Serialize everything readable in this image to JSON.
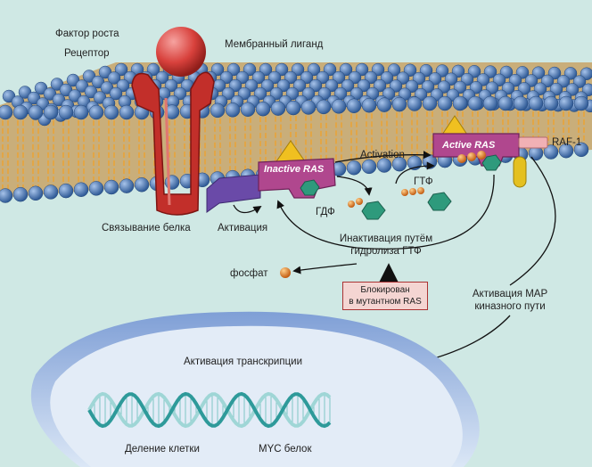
{
  "labels": {
    "growth_factor": "Фактор роста",
    "receptor": "Рецептор",
    "membrane_ligand": "Мембранный лиганд",
    "inactive_ras": "Inactive RAS",
    "active_ras": "Active RAS",
    "activation_en": "Activation",
    "raf1": "RAF-1",
    "gtp_right": "ГТФ",
    "gdp": "ГДФ",
    "protein_binding": "Связывание белка",
    "activation_ru": "Активация",
    "inactivation_line1": "Инактивация путём",
    "inactivation_line2": "гидролиза ГТФ",
    "phosphate": "фосфат",
    "blocked_line1": "Блокирован",
    "blocked_line2": "в мутантном RAS",
    "map_line1": "Активация MAP",
    "map_line2": "киназного пути",
    "transcription": "Активация транскрипции",
    "cell_division": "Деление клетки",
    "myc": "MYC белок"
  },
  "colors": {
    "background": "#cfe8e4",
    "lipid_head": "#3d6aa6",
    "lipid_tail": "#e8a33a",
    "receptor": "#c22f2a",
    "growth_factor": "#d94440",
    "ras": "#b0478e",
    "ligand": "#f0c020",
    "phosphate": "#e07820",
    "gdp_gtp_shape": "#2e9a7c",
    "binding_protein": "#6a4aa8",
    "raf1": "#f1b1b5",
    "nucleus": "#a9c4e8",
    "dna": "#2e9a9a"
  }
}
